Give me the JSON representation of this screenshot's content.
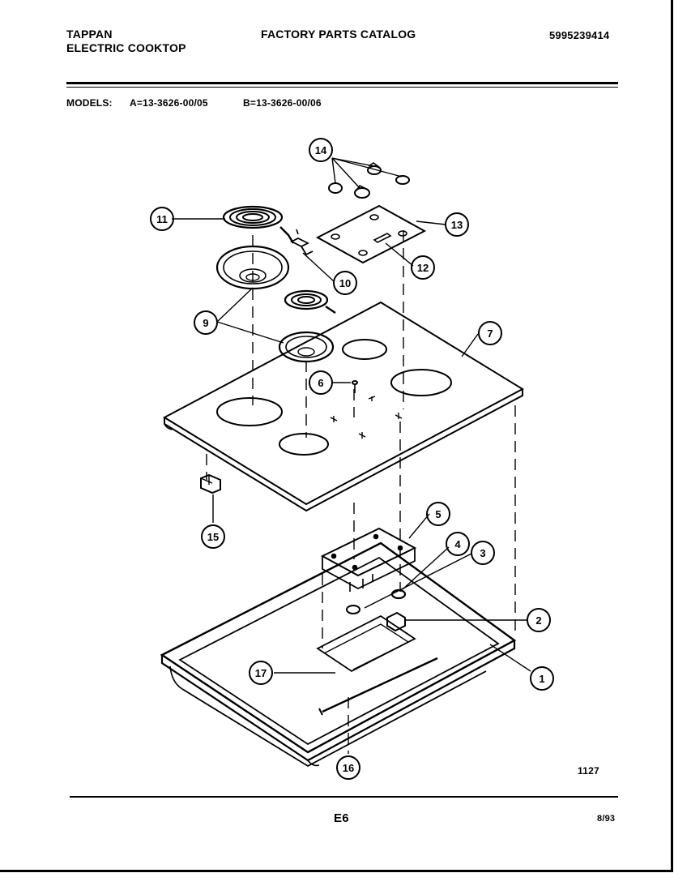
{
  "header": {
    "brand": "TAPPAN",
    "product": "ELECTRIC COOKTOP",
    "catalog_title": "FACTORY PARTS CATALOG",
    "part_number": "5995239414"
  },
  "models": {
    "label": "MODELS:",
    "model_a": "A=13-3626-00/05",
    "model_b": "B=13-3626-00/06"
  },
  "callouts": [
    "1",
    "2",
    "3",
    "4",
    "5",
    "6",
    "7",
    "9",
    "10",
    "11",
    "12",
    "13",
    "14",
    "15",
    "16",
    "17"
  ],
  "footer": {
    "figure_number": "1127",
    "page_code": "E6",
    "date": "8/93"
  }
}
